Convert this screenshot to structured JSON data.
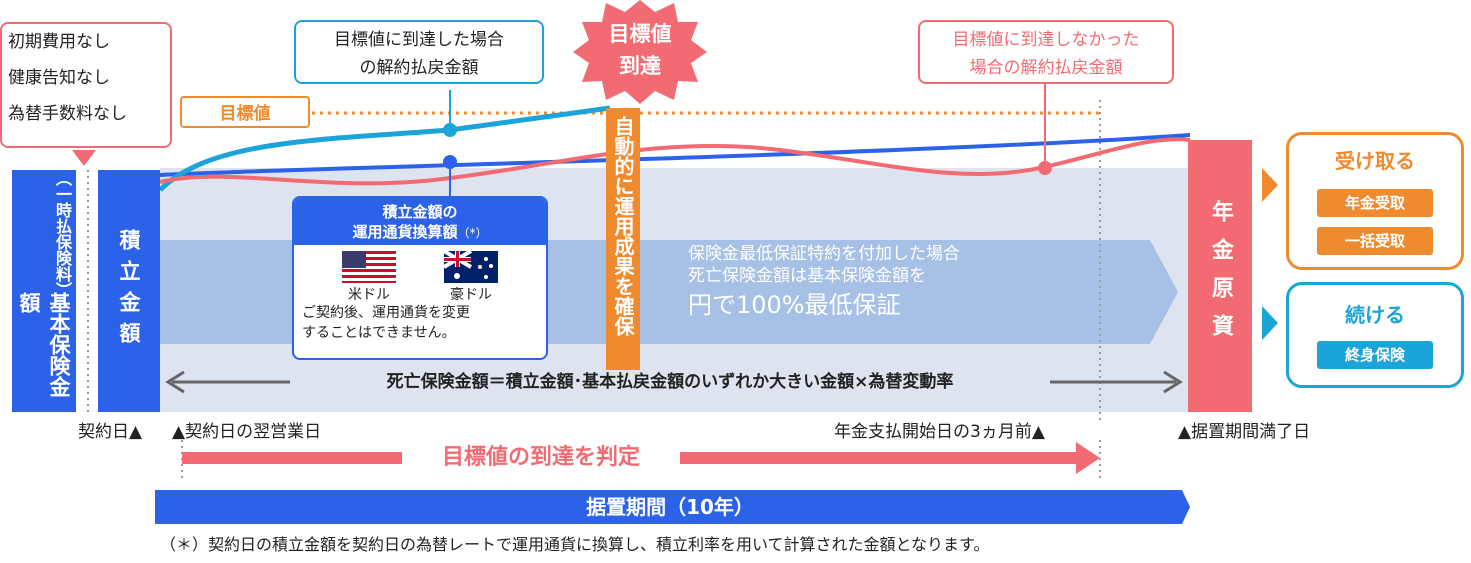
{
  "features": [
    "初期費用なし",
    "健康告知なし",
    "為替手数料なし"
  ],
  "target_label": "目標値",
  "callout_reached": [
    "目標値に到達した場合",
    "の解約払戻金額"
  ],
  "callout_not_reached": [
    "目標値に到達しなかった",
    "場合の解約払戻金額"
  ],
  "burst": [
    "目標値",
    "到達"
  ],
  "basic_insured": "基本保険金額",
  "one_time_premium": "（一時払保険料）",
  "accumulated": "積立金額",
  "conversion_box": {
    "title1": "積立金額の",
    "title2": "運用通貨換算額",
    "asterisk": "（*）",
    "usd": "米ドル",
    "aud": "豪ドル",
    "note1": "ご契約後、運用通貨を変更",
    "note2": "することはできません。"
  },
  "auto_secure": "自動的に運用成果を確保",
  "guarantee": [
    "保険金最低保証特約を付加した場合",
    "死亡保険金額は基本保険金額を",
    "円で100%最低保証"
  ],
  "death_benefit": "死亡保険金額＝積立金額･基本払戻金額のいずれか大きい金額×為替変動率",
  "annuity_capital": "年金原資",
  "receive": {
    "title": "受け取る",
    "options": [
      "年金受取",
      "一括受取"
    ]
  },
  "continue": {
    "title": "続ける",
    "options": [
      "終身保険"
    ]
  },
  "timeline": {
    "contract_day": "契約日▲",
    "next_business_day": "▲契約日の翌営業日",
    "three_months_before": "年金支払開始日の3ヵ月前▲",
    "deferral_end": "▲据置期間満了日"
  },
  "judge": "目標値の到達を判定",
  "deferral_period": "据置期間（10年）",
  "footnote": "（＊）契約日の積立金額を契約日の為替レートで運用通貨に換算し、積立利率を用いて計算された金額となります。",
  "colors": {
    "blue": "#2b62e8",
    "cyan": "#1aa4d8",
    "red": "#f26b72",
    "orange": "#f08a2e",
    "band": "#dfe6f1"
  }
}
